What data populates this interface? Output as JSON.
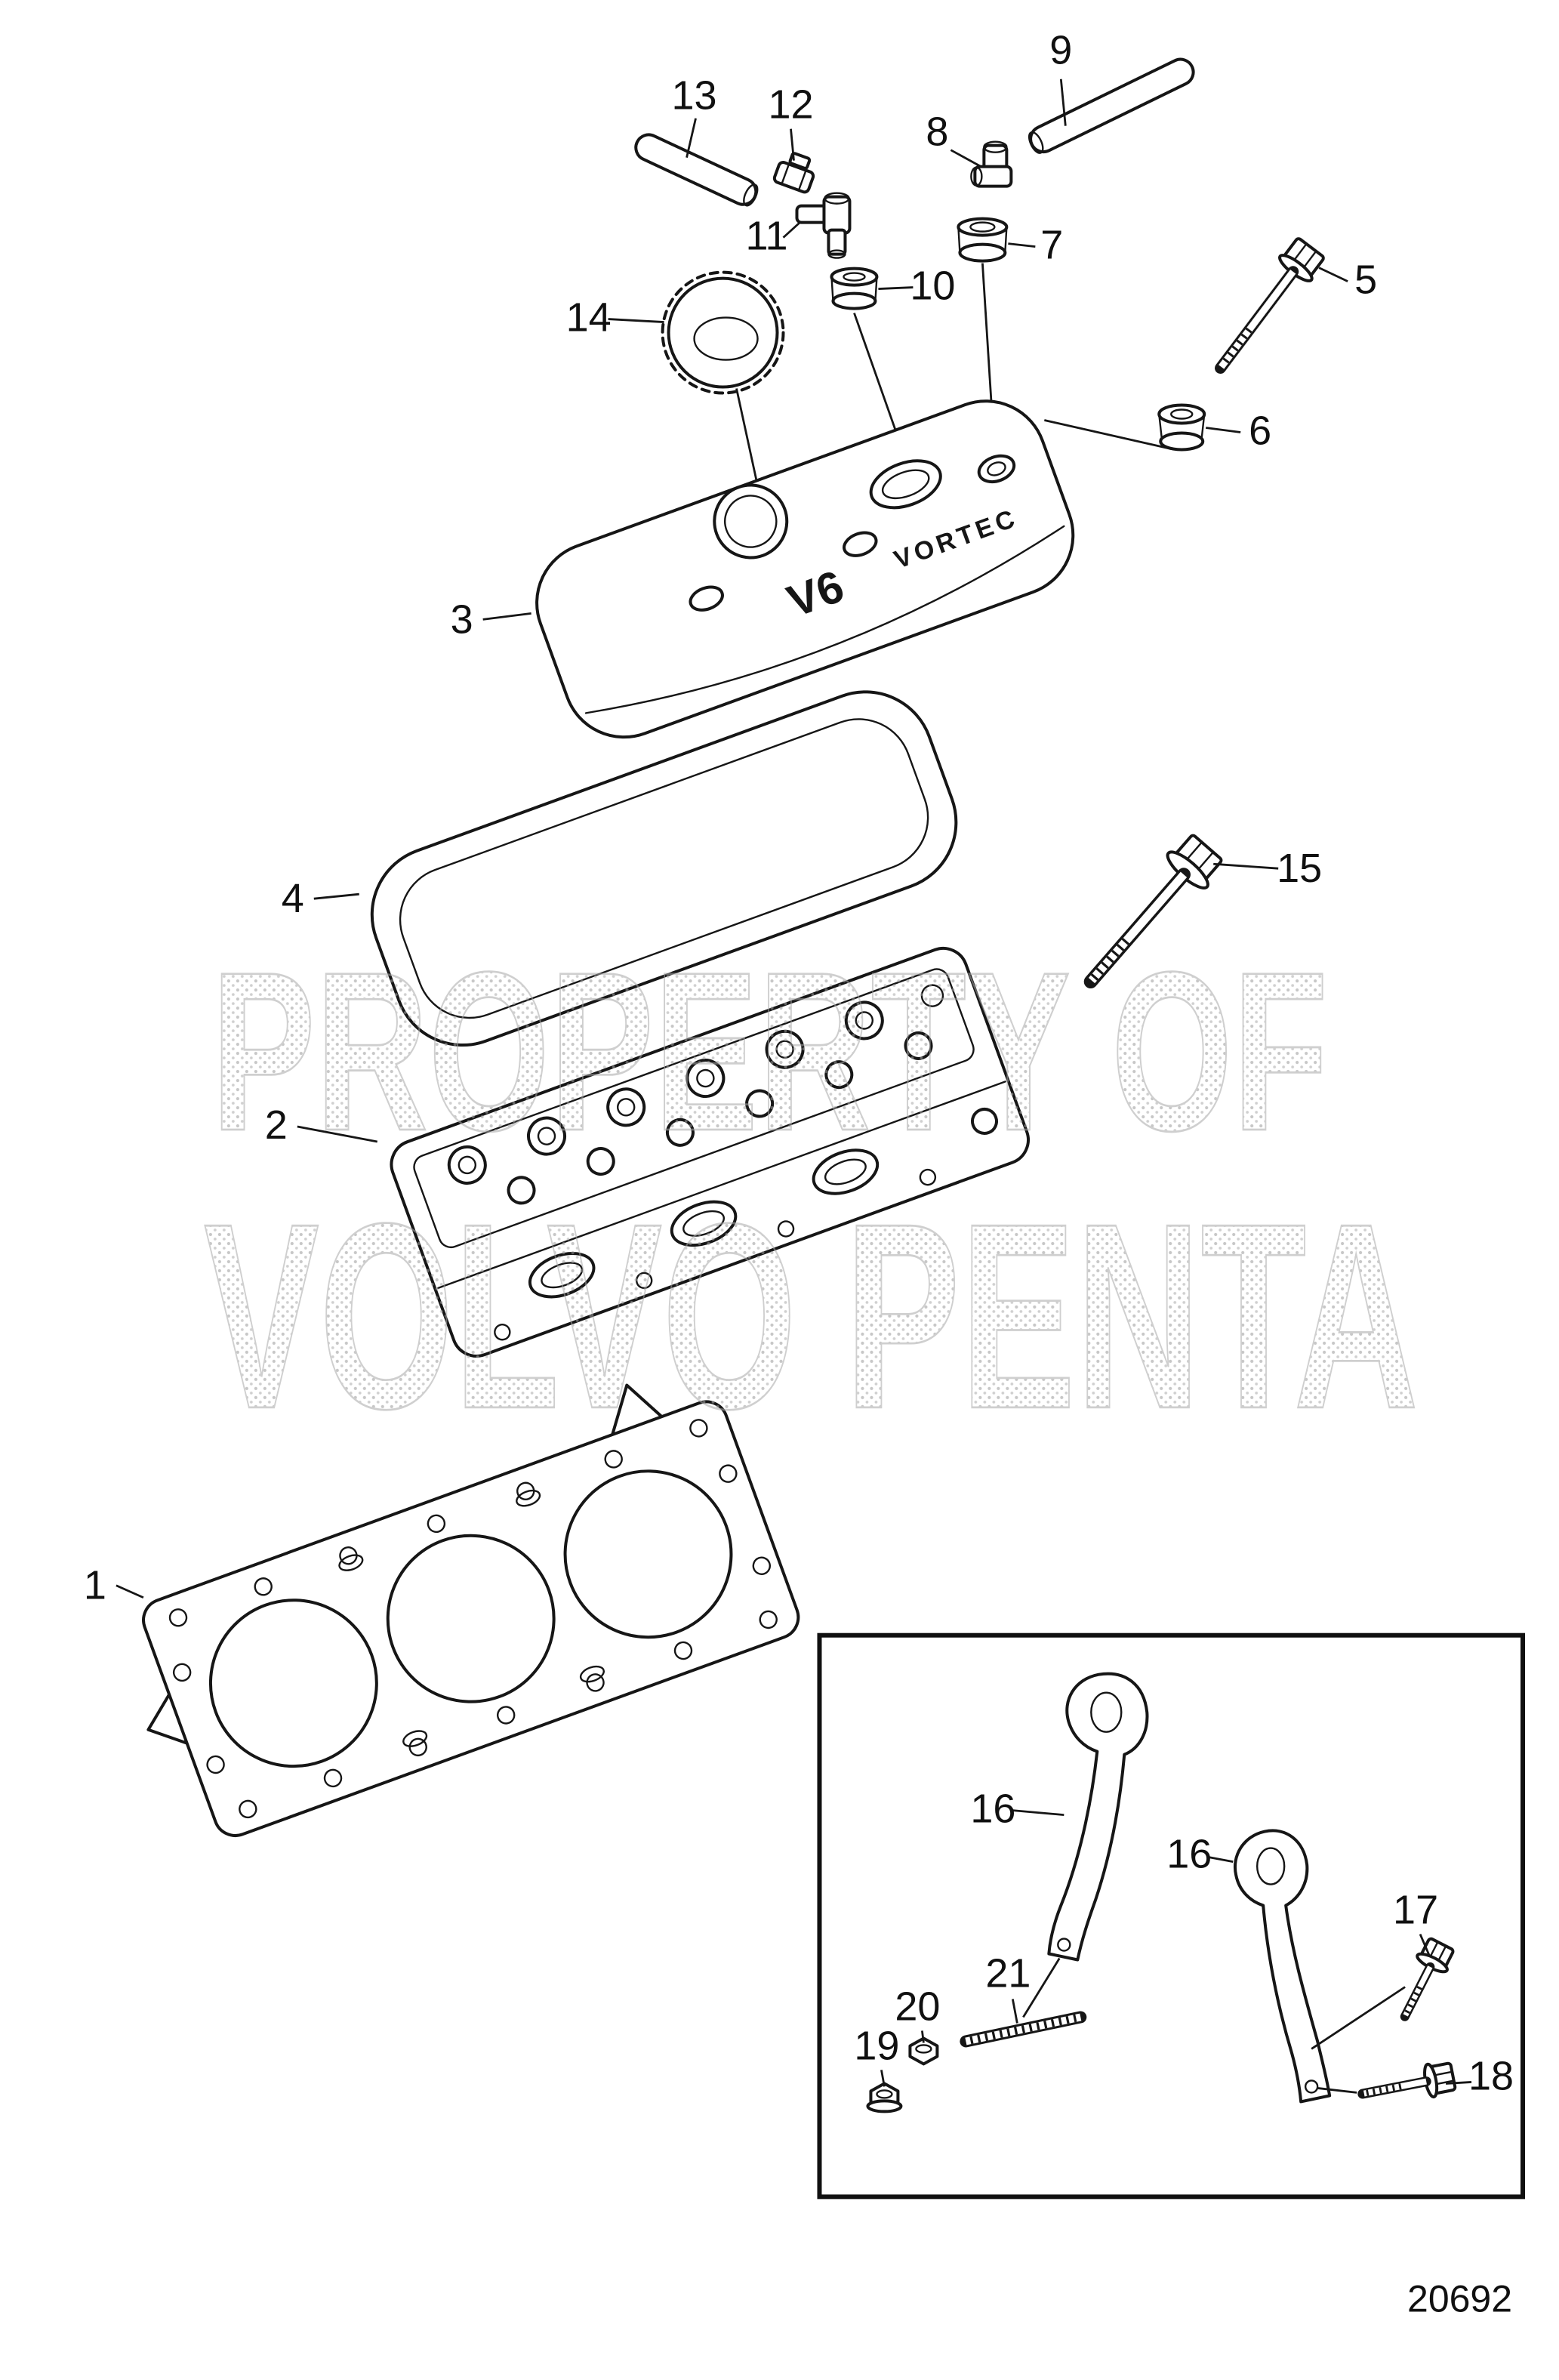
{
  "diagram": {
    "drawing_number": "20692",
    "watermark": {
      "line1": "PROPERTY OF",
      "line2": "VOLVO PENTA"
    },
    "valve_cover": {
      "model_text": "V6",
      "brand_text": "VORTEC"
    },
    "callouts": {
      "c1": "1",
      "c2": "2",
      "c3": "3",
      "c4": "4",
      "c5": "5",
      "c6": "6",
      "c7": "7",
      "c8": "8",
      "c9": "9",
      "c10": "10",
      "c11": "11",
      "c12": "12",
      "c13": "13",
      "c14": "14",
      "c15": "15",
      "c16a": "16",
      "c16b": "16",
      "c17": "17",
      "c18": "18",
      "c19": "19",
      "c20": "20",
      "c21": "21"
    }
  }
}
